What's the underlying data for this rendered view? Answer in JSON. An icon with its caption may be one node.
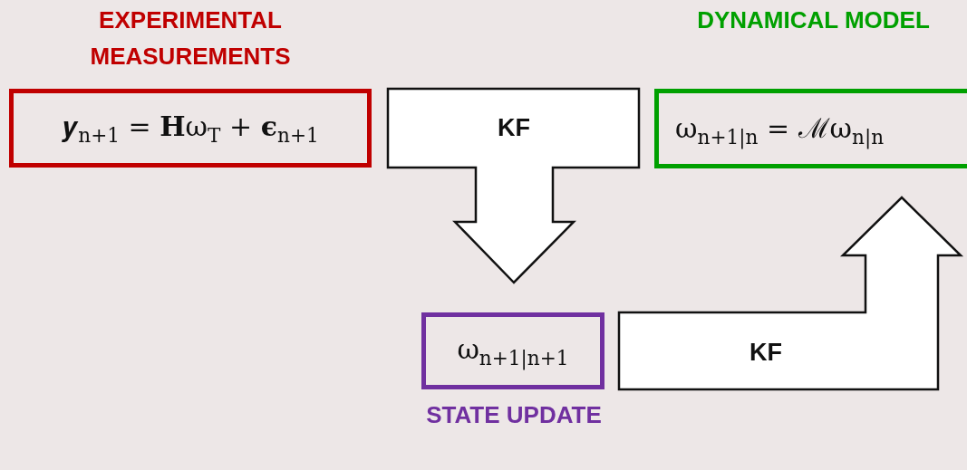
{
  "diagram": {
    "nodes": [
      {
        "text": [
          "EXPERIMENTAL MEASUREMENTS",
          "𝒚$_{n+1}$ = **H**ω$_{T}$ + **ϵ**$_{n+1}$"
        ]
      },
      {
        "text": [
          "DYNAMICAL MODEL",
          "ω$_{n+1|n}$ = ℳω$_{n|n}$"
        ]
      },
      {
        "text": [
          "KF"
        ]
      },
      {
        "text": [
          "ω$_{n+1|n+1}$",
          "STATE UPDATE"
        ]
      },
      {
        "text": [
          "KF"
        ]
      }
    ]
  }
}
